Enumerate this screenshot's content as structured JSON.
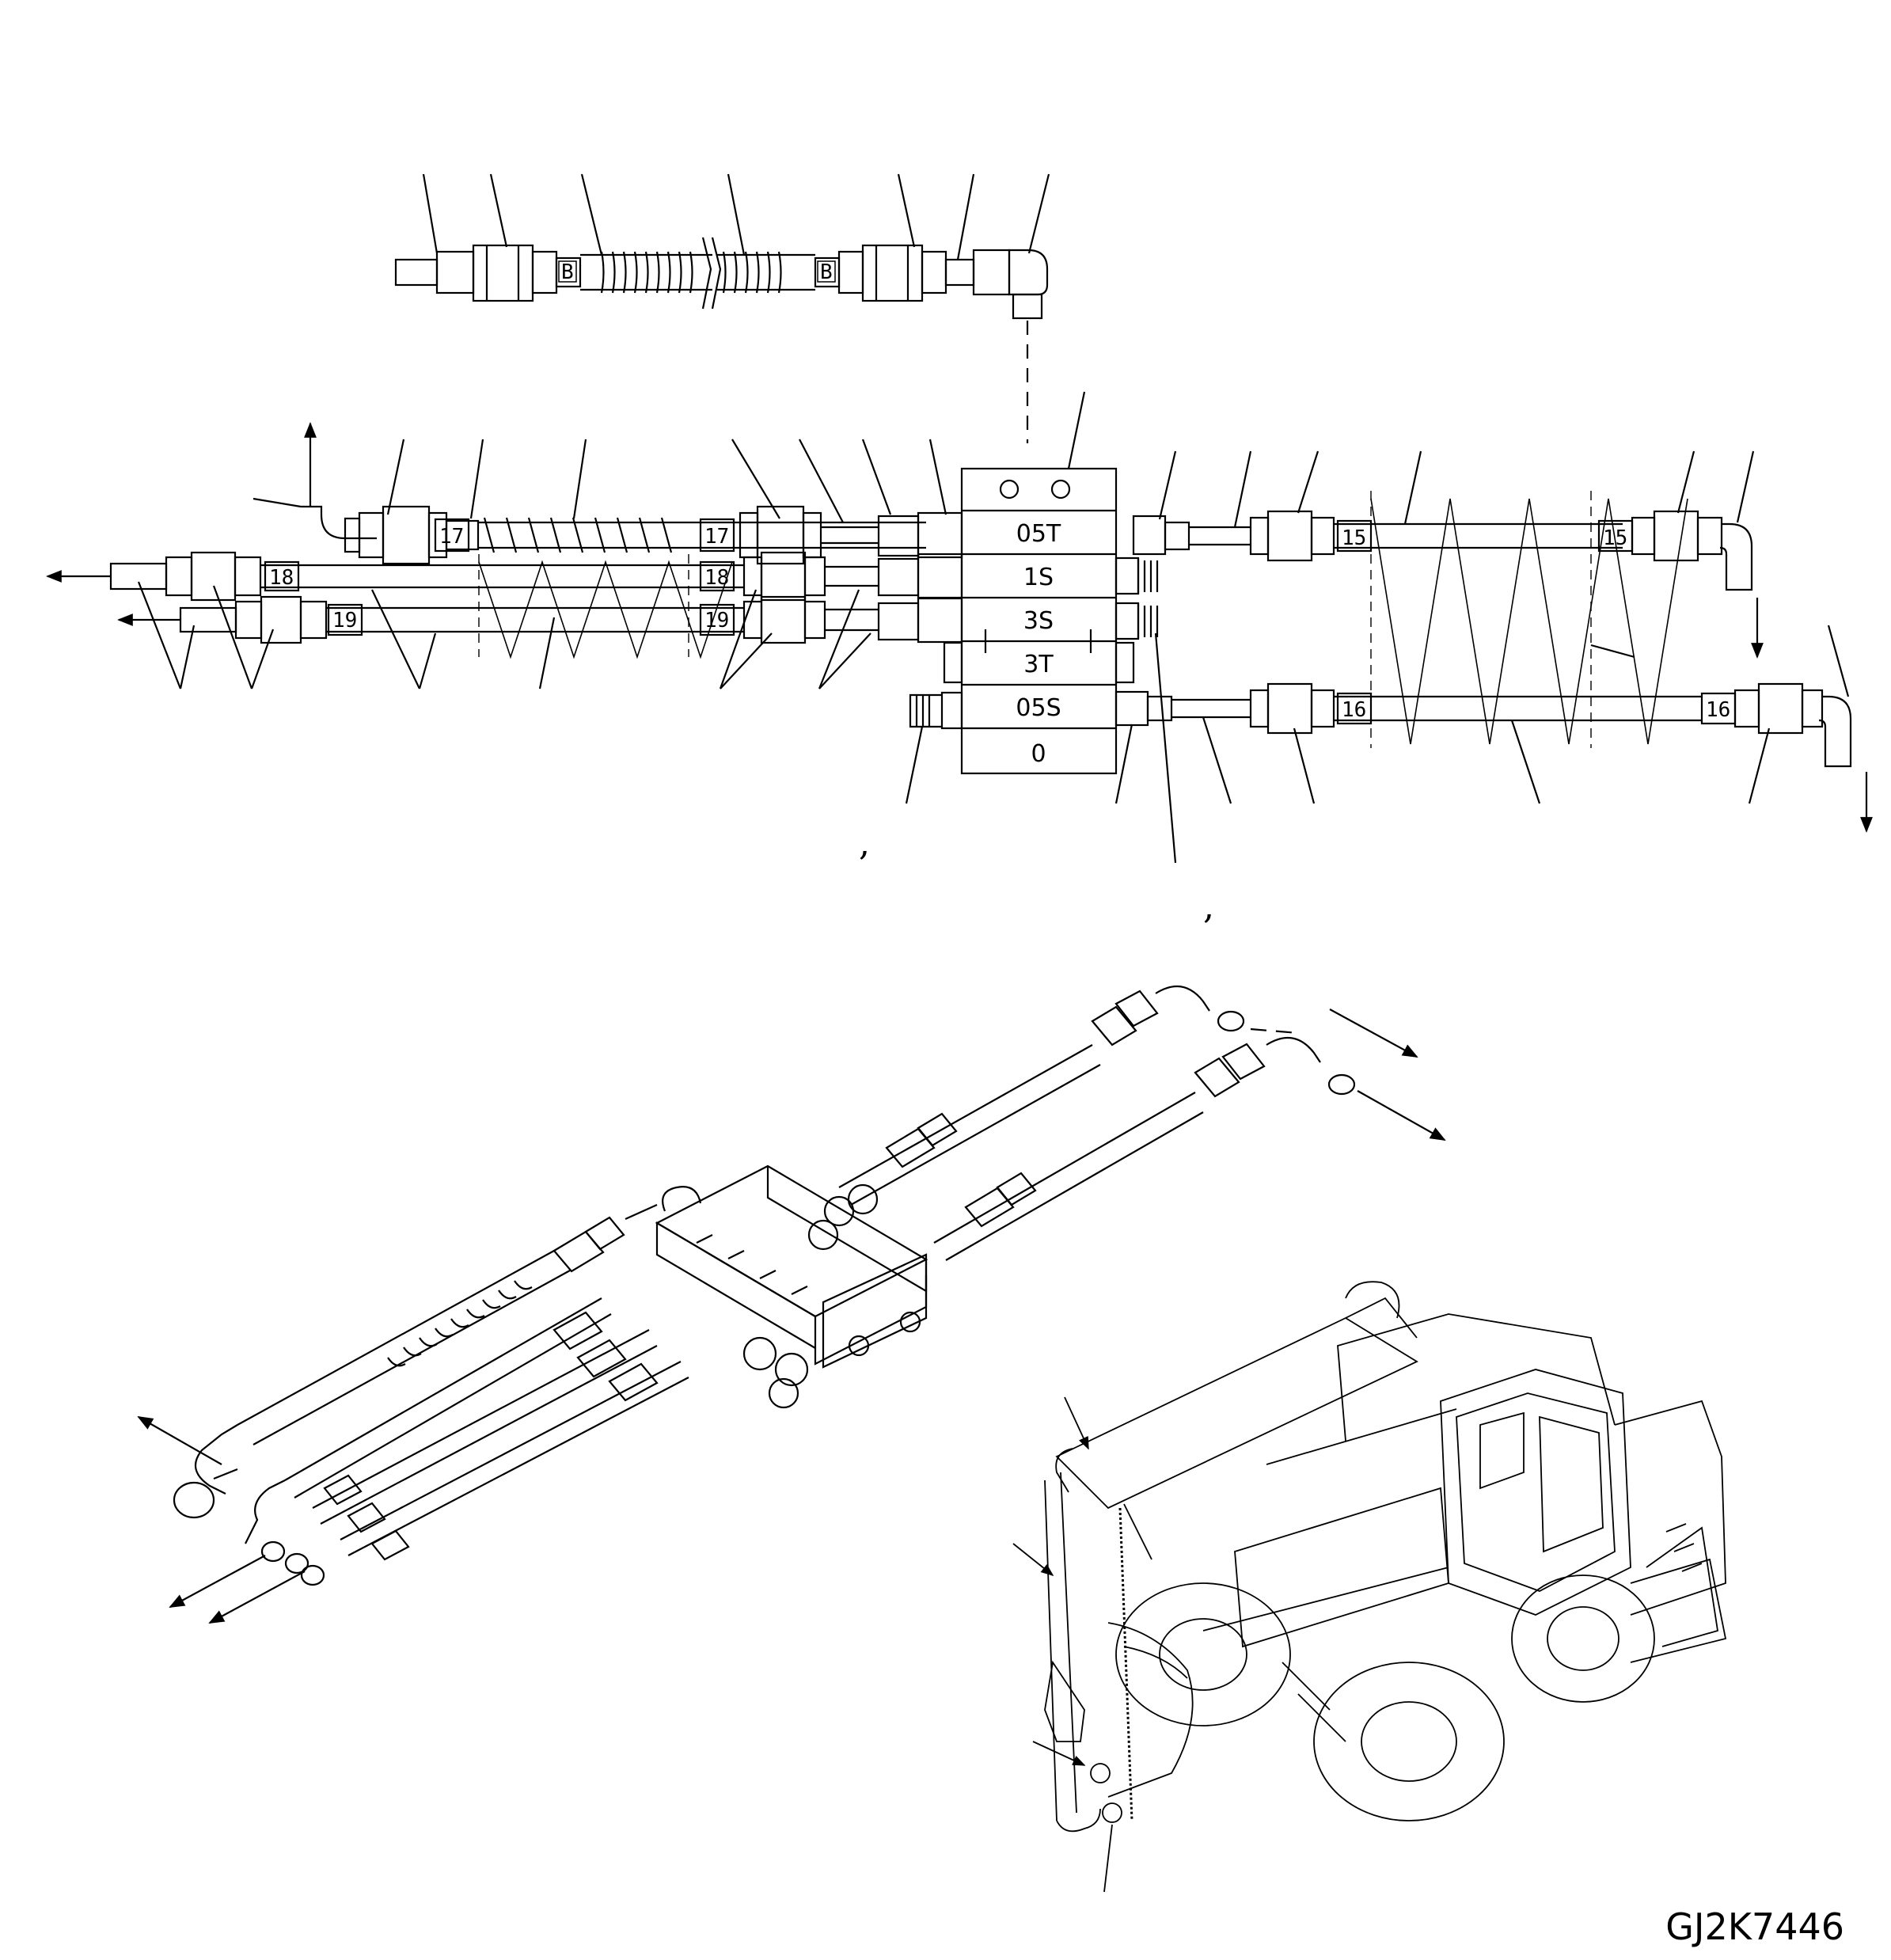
{
  "drawing_code": "GJ2K7446",
  "hose_tags": {
    "b_left": "B",
    "b_right": "B",
    "t17a": "17",
    "t17b": "17",
    "t18a": "18",
    "t18b": "18",
    "t19a": "19",
    "t19b": "19",
    "t15a": "15",
    "t15b": "15",
    "t16a": "16",
    "t16b": "16"
  },
  "manifold": {
    "port_05t": "05T",
    "port_1s": "1S",
    "port_3s": "3S",
    "port_3t": "3T",
    "port_05s": "05S",
    "port_0": "0"
  },
  "marks": {
    "comma_left": ",",
    "comma_right": ","
  }
}
